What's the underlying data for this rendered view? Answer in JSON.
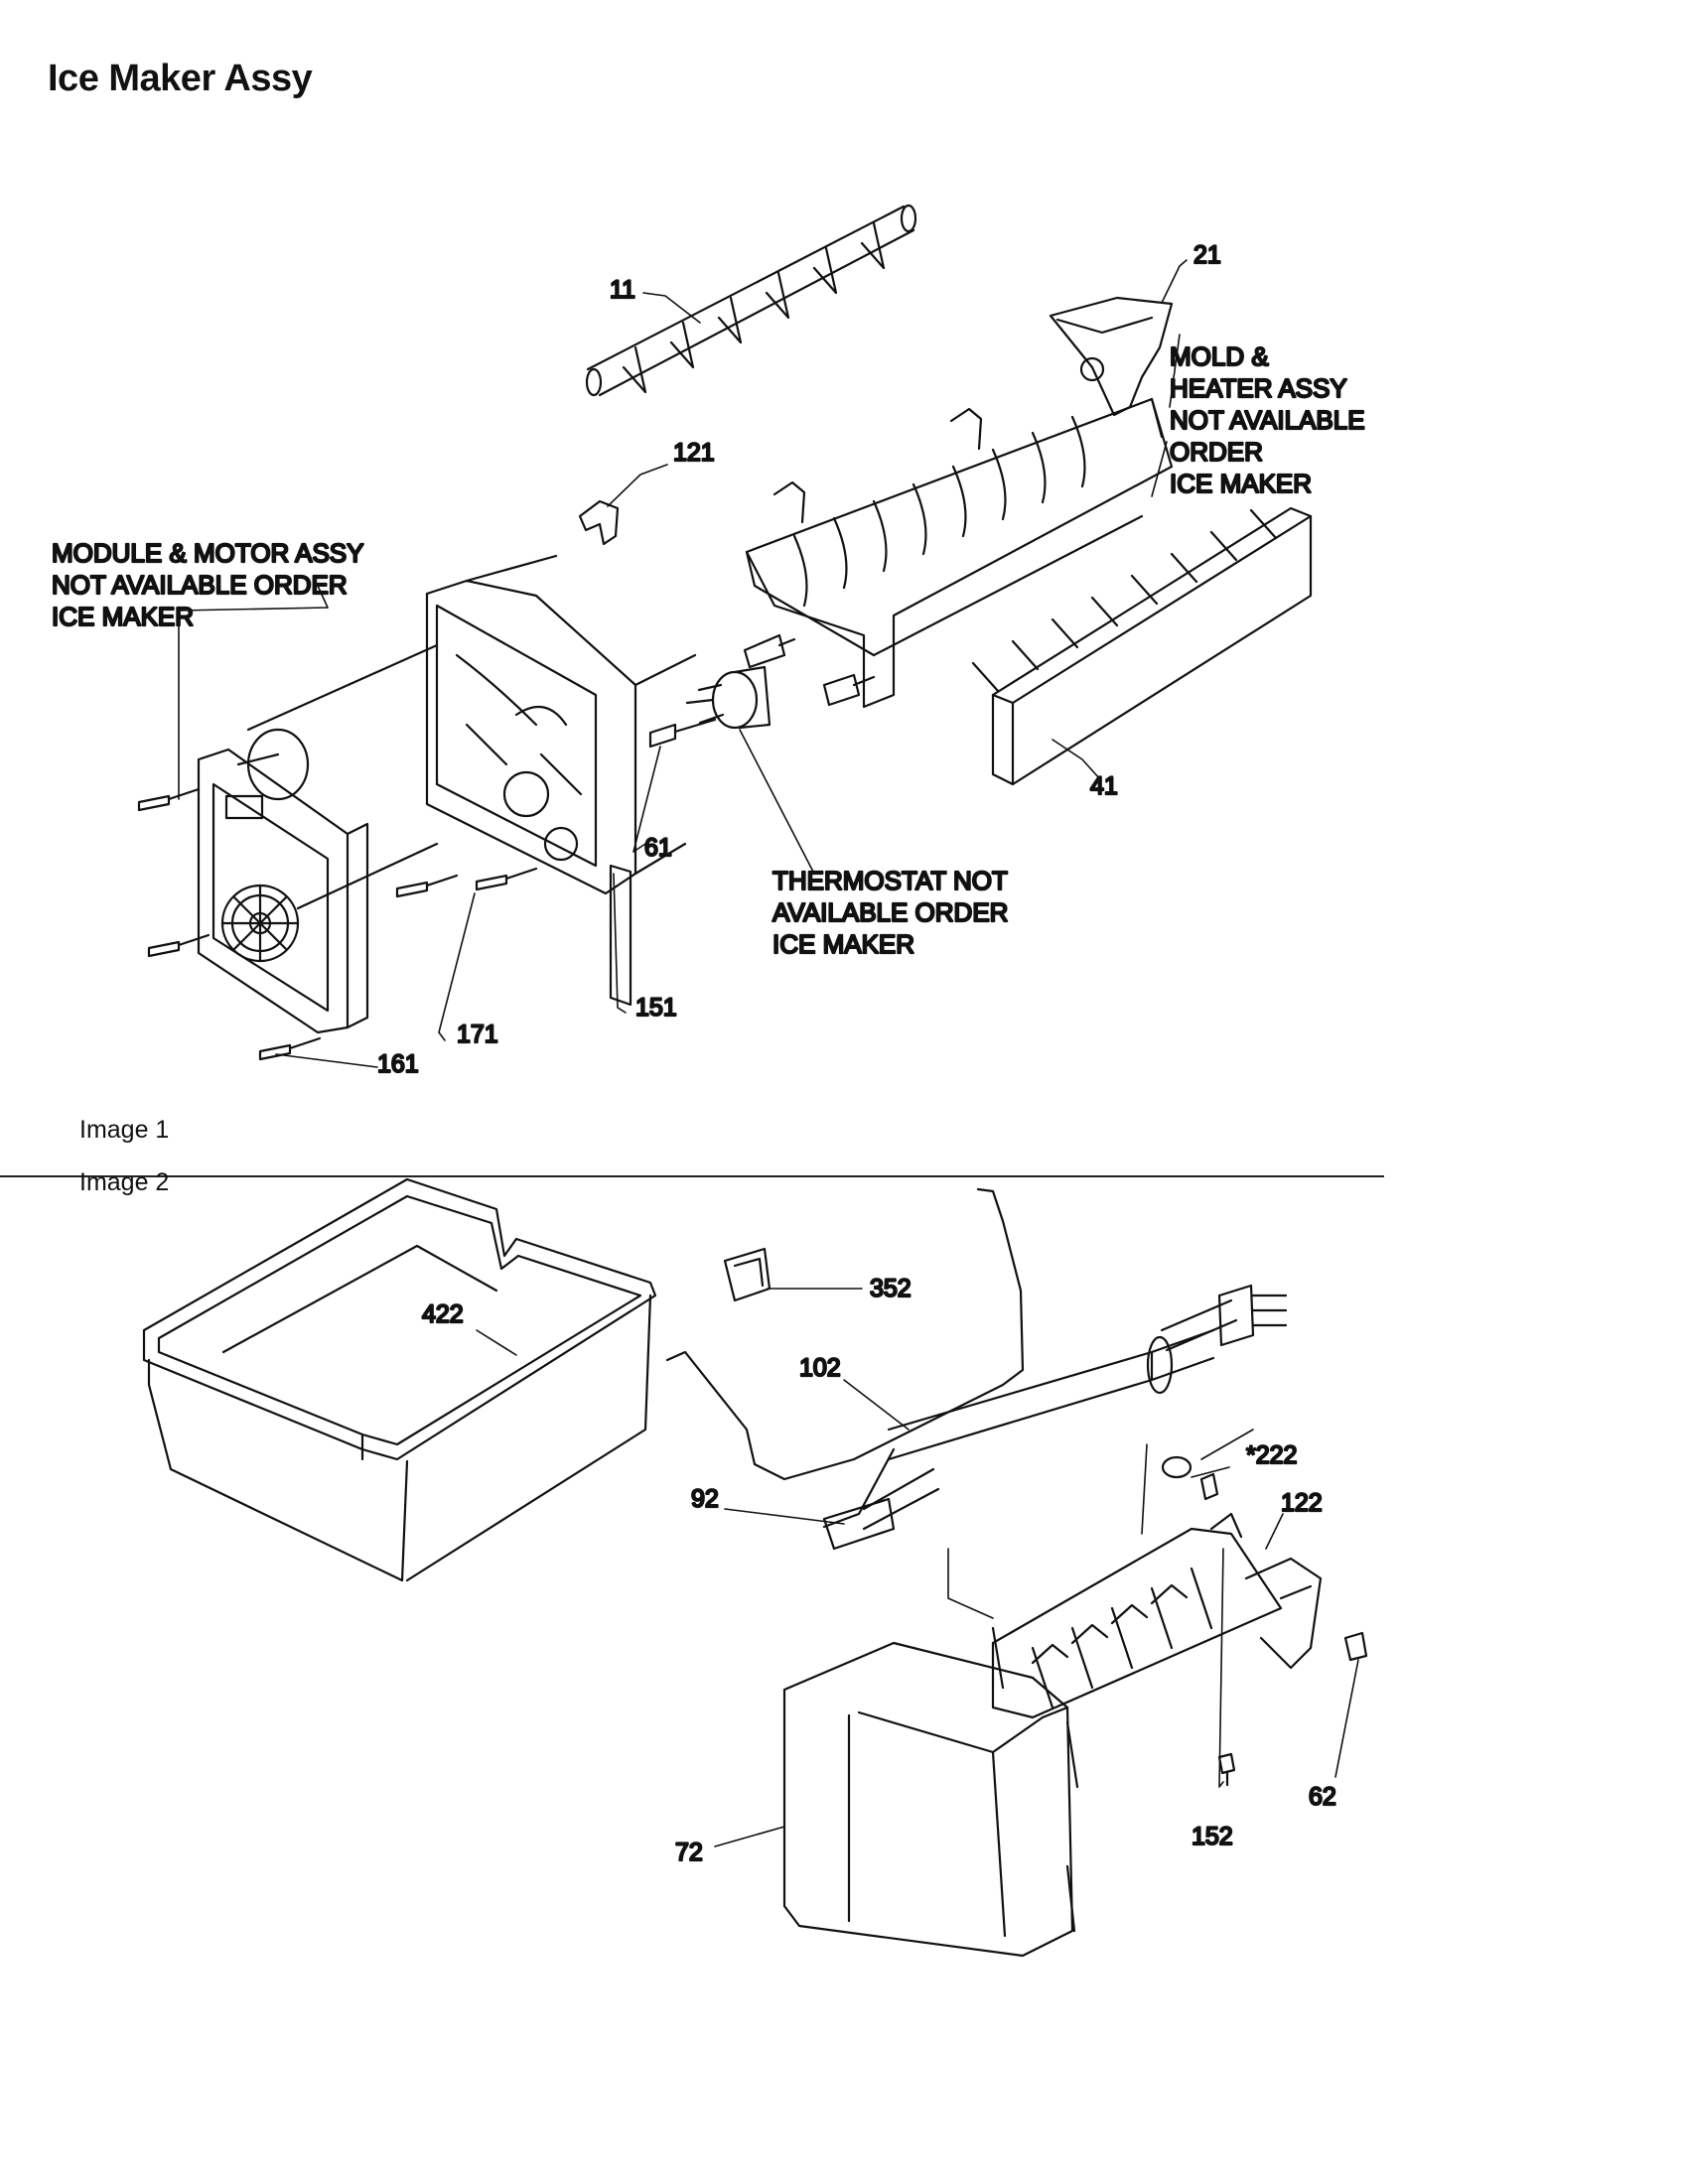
{
  "title": "Ice Maker Assy",
  "image_labels": {
    "image1": "Image 1",
    "image2": "Image 2"
  },
  "callouts": {
    "c11": "11",
    "c21": "21",
    "c121": "121",
    "c41": "41",
    "c61": "61",
    "c151": "151",
    "c171": "171",
    "c161": "161",
    "c352": "352",
    "c422": "422",
    "c102": "102",
    "c222": "*222",
    "c122": "122",
    "c92": "92",
    "c62": "62",
    "c152": "152",
    "c72": "72"
  },
  "notes": {
    "mold": [
      "MOLD &",
      "HEATER ASSY",
      "NOT AVAILABLE",
      "ORDER",
      "ICE MAKER"
    ],
    "module": [
      "MODULE & MOTOR ASSY",
      "NOT AVAILABLE ORDER",
      "ICE MAKER"
    ],
    "thermostat": [
      "THERMOSTAT NOT",
      "AVAILABLE ORDER",
      "ICE MAKER"
    ]
  }
}
